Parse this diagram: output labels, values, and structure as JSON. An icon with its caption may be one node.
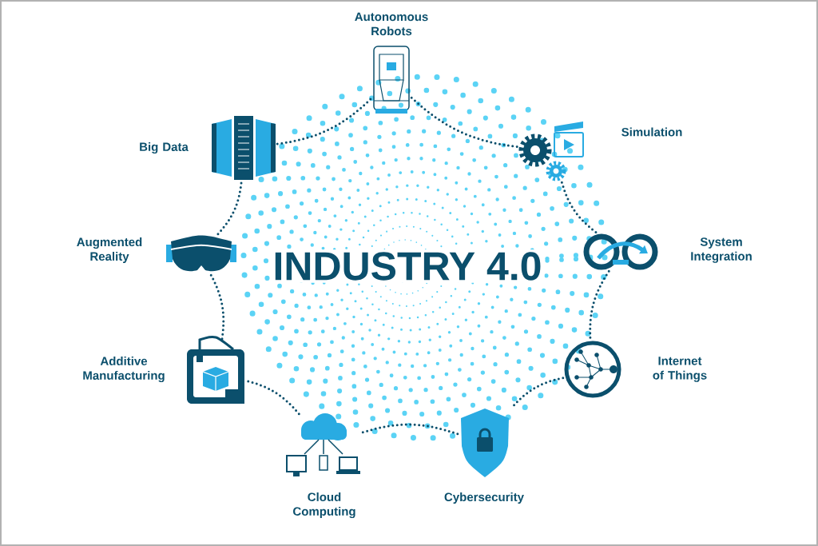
{
  "diagram": {
    "nodes": [
      {
        "text": [
          "INDUSTRY 4.0"
        ]
      },
      {
        "text": [
          "Autonomous Robots"
        ]
      },
      {
        "text": [
          "Simulation"
        ]
      },
      {
        "text": [
          "System Integration"
        ]
      },
      {
        "text": [
          "Internet of Things"
        ]
      },
      {
        "text": [
          "Cybersecurity"
        ]
      },
      {
        "text": [
          "Cloud Computing"
        ]
      },
      {
        "text": [
          "Additive Manufacturing"
        ]
      },
      {
        "text": [
          "Augmented Reality"
        ]
      },
      {
        "text": [
          "Big Data"
        ]
      }
    ],
    "edges": [
      {
        "from": 1,
        "to": 2,
        "arrow": "none",
        "style": "dashed"
      },
      {
        "from": 2,
        "to": 3,
        "arrow": "none",
        "style": "dashed"
      },
      {
        "from": 3,
        "to": 4,
        "arrow": "none",
        "style": "dashed"
      },
      {
        "from": 4,
        "to": 5,
        "arrow": "none",
        "style": "dashed"
      },
      {
        "from": 5,
        "to": 6,
        "arrow": "none",
        "style": "dashed"
      },
      {
        "from": 6,
        "to": 7,
        "arrow": "none",
        "style": "dashed"
      },
      {
        "from": 7,
        "to": 8,
        "arrow": "none",
        "style": "dashed"
      },
      {
        "from": 8,
        "to": 9,
        "arrow": "none",
        "style": "dashed"
      },
      {
        "from": 9,
        "to": 1,
        "arrow": "none",
        "style": "dashed"
      }
    ]
  }
}
